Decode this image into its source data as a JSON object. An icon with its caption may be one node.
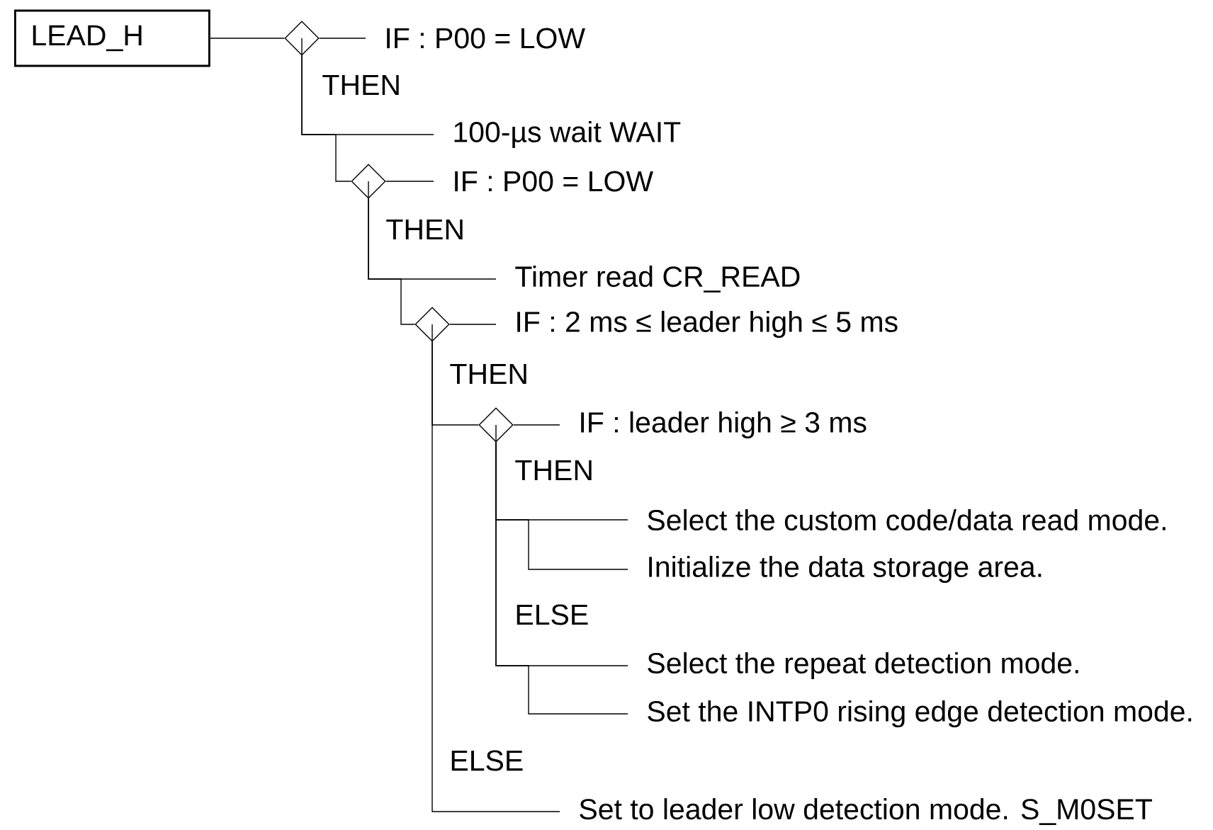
{
  "diagram": {
    "nodes": [
      {
        "text": [
          "LEAD_H"
        ]
      },
      {
        "text": [],
        "shape": "diamond"
      },
      {
        "text": [
          "IF : P00 = LOW"
        ]
      },
      {
        "text": [
          "100-µs wait WAIT"
        ]
      },
      {
        "text": [],
        "shape": "diamond"
      },
      {
        "text": [
          "IF : P00 = LOW"
        ]
      },
      {
        "text": [
          "Timer read CR_READ"
        ]
      },
      {
        "text": [],
        "shape": "diamond"
      },
      {
        "text": [
          "IF : 2 ms ≤ leader high ≤ 5 ms"
        ]
      },
      {
        "text": [],
        "shape": "diamond"
      },
      {
        "text": [
          "IF : leader high ≥ 3 ms"
        ]
      },
      {
        "text": [
          "Select the custom code/data read mode."
        ]
      },
      {
        "text": [
          "Initialize the data storage area."
        ]
      },
      {
        "text": [
          "Select the repeat detection mode."
        ]
      },
      {
        "text": [
          "Set the INTP0 rising edge detection mode."
        ]
      },
      {
        "text": [
          "Set to leader low detection mode. S_M0SET"
        ]
      }
    ],
    "edges": [
      {
        "from": 0,
        "to": 1,
        "arrow": "none"
      },
      {
        "from": 1,
        "to": 2,
        "arrow": "none"
      },
      {
        "from": 1,
        "to": 3,
        "arrow": "none"
      },
      {
        "from": 1,
        "to": 4,
        "arrow": "none"
      },
      {
        "from": 4,
        "to": 5,
        "arrow": "none"
      },
      {
        "from": 4,
        "to": 6,
        "arrow": "none"
      },
      {
        "from": 4,
        "to": 7,
        "arrow": "none"
      },
      {
        "from": 7,
        "to": 8,
        "arrow": "none"
      },
      {
        "from": 7,
        "to": 9,
        "arrow": "none"
      },
      {
        "from": 9,
        "to": 10,
        "arrow": "none"
      },
      {
        "from": 9,
        "to": 11,
        "arrow": "none"
      },
      {
        "from": 9,
        "to": 12,
        "arrow": "none"
      },
      {
        "from": 9,
        "to": 13,
        "arrow": "none"
      },
      {
        "from": 9,
        "to": 14,
        "arrow": "none"
      },
      {
        "from": 7,
        "to": 15,
        "arrow": "none"
      }
    ],
    "labels": [
      "THEN",
      "THEN",
      "THEN",
      "THEN",
      "ELSE",
      "ELSE"
    ]
  }
}
